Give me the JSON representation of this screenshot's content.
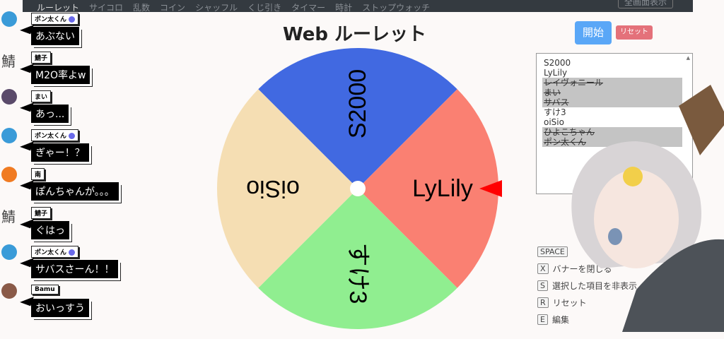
{
  "nav": {
    "items": [
      "ルーレット",
      "サイコロ",
      "乱数",
      "コイン",
      "シャッフル",
      "くじ引き",
      "タイマー",
      "時計",
      "ストップウォッチ"
    ],
    "fullscreen": "全画面表示"
  },
  "chat": [
    {
      "name": "ポン太くん",
      "badge": true,
      "msg": "あぶない",
      "avatar": "robot"
    },
    {
      "name": "鯖子",
      "msg": "M2O率よw",
      "avatar": "鯖"
    },
    {
      "name": "まい",
      "msg": "あっ...",
      "avatar": "girl"
    },
    {
      "name": "ポン太くん",
      "badge": true,
      "msg": "ぎゃー！？",
      "avatar": "robot"
    },
    {
      "name": "南",
      "msg": "ぽんちゃんが。。。",
      "avatar": "orange"
    },
    {
      "name": "鯖子",
      "msg": "ぐはっ",
      "avatar": "鯖"
    },
    {
      "name": "ポン太くん",
      "badge": true,
      "msg": "サバスさーん！！",
      "avatar": "robot"
    },
    {
      "name": "Bamu",
      "msg": "おいっすう",
      "avatar": "brown"
    }
  ],
  "title": "Web ルーレット",
  "buttons": {
    "start": "開始",
    "reset": "リセット"
  },
  "wheel": {
    "segments": [
      {
        "label": "S2000",
        "color": "#4169e1"
      },
      {
        "label": "LyLily",
        "color": "#fa8072"
      },
      {
        "label": "すけ3",
        "color": "#90ee90"
      },
      {
        "label": "oiSio",
        "color": "#f5deb3"
      }
    ],
    "pointer_color": "#ff0000"
  },
  "list": [
    {
      "label": "S2000",
      "excluded": false
    },
    {
      "label": "LyLily",
      "excluded": false
    },
    {
      "label": "レイヴォニール",
      "excluded": true
    },
    {
      "label": "まい",
      "excluded": true
    },
    {
      "label": "サバス",
      "excluded": true
    },
    {
      "label": "すけ3",
      "excluded": false
    },
    {
      "label": "oiSio",
      "excluded": false
    },
    {
      "label": "ひよこちゃん",
      "excluded": true
    },
    {
      "label": "ポン太くん",
      "excluded": true
    }
  ],
  "shortcuts": [
    {
      "key": "SPACE",
      "label": ""
    },
    {
      "key": "X",
      "label": "バナーを閉じる"
    },
    {
      "key": "S",
      "label": "選択した項目を非表示"
    },
    {
      "key": "R",
      "label": "リセット"
    },
    {
      "key": "E",
      "label": "編集"
    }
  ]
}
